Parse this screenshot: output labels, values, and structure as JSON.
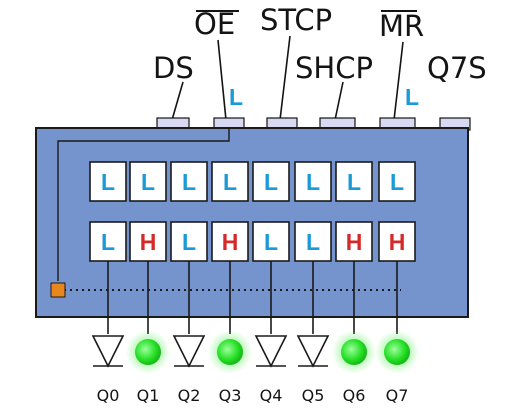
{
  "pins": [
    {
      "id": "ds",
      "label": "DS",
      "overline": false
    },
    {
      "id": "oe",
      "label": "OE",
      "overline": true,
      "level": "L"
    },
    {
      "id": "stcp",
      "label": "STCP",
      "overline": false
    },
    {
      "id": "shcp",
      "label": "SHCP",
      "overline": false
    },
    {
      "id": "mr",
      "label": "MR",
      "overline": true,
      "level": "L"
    },
    {
      "id": "q7s",
      "label": "Q7S",
      "overline": false
    }
  ],
  "shift_register": [
    "L",
    "L",
    "L",
    "L",
    "L",
    "L",
    "L",
    "L"
  ],
  "storage_register": [
    "L",
    "H",
    "L",
    "H",
    "L",
    "L",
    "H",
    "H"
  ],
  "outputs": [
    {
      "label": "Q0",
      "state": "off"
    },
    {
      "label": "Q1",
      "state": "on"
    },
    {
      "label": "Q2",
      "state": "off"
    },
    {
      "label": "Q3",
      "state": "on"
    },
    {
      "label": "Q4",
      "state": "off"
    },
    {
      "label": "Q5",
      "state": "off"
    },
    {
      "label": "Q6",
      "state": "on"
    },
    {
      "label": "Q7",
      "state": "on"
    }
  ],
  "colors": {
    "board": "#7593cc",
    "low": "#1a9ad8",
    "high": "#d42a2a",
    "led_on": "#22dd22",
    "pin": "#d8d8f0",
    "oe_indicator": "#e8871e"
  }
}
